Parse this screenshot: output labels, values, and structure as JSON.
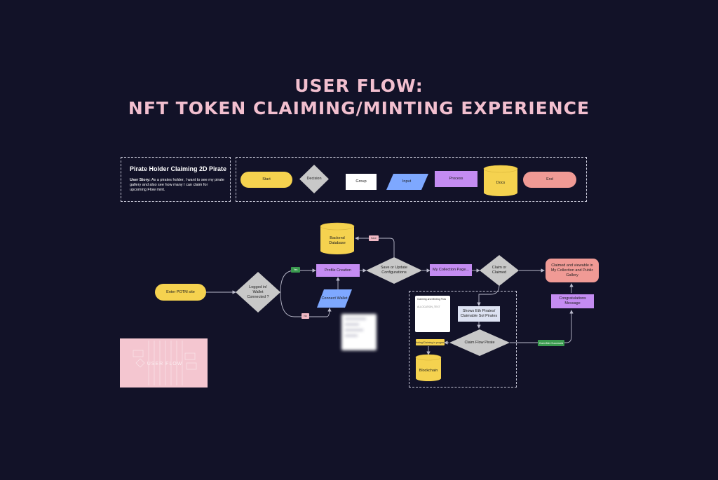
{
  "title": {
    "line1": "USER FLOW:",
    "line2": "NFT TOKEN CLAIMING/MINTING EXPERIENCE"
  },
  "info": {
    "heading": "Pirate Holder Claiming 2D Pirate",
    "story_label": "User Story:",
    "story_text": "As a pirates holder, I want to see my pirate gallery and also see how many I can claim for upcoming Flow mint."
  },
  "legend": {
    "start": "Start",
    "decision": "Decision",
    "group": "Group",
    "input": "Input",
    "process": "Process",
    "docs": "Docs",
    "end": "End"
  },
  "flow": {
    "enter_site": "Enter POTM site",
    "logged_in": "Logged in/ Wallet Connected ?",
    "profile_creation": "Profile Creation",
    "connect_wallet": "Connect Wallet",
    "backend_db": "Backend Database",
    "save_update": "Save or Update Configurations",
    "my_collection": "My Collection Page...",
    "claim_or_claimed": "Claim or Claimed",
    "claimed_viewable": "Claimed and viewable in My Collection and Public Gallery",
    "congrats": "Congratulations Message",
    "shows_pirates": "Shows Eth Pirates/ Claimable Sol Pirates",
    "claim_flow": "Claim Flow Pirate",
    "blockchain": "Blockchain",
    "tag_yes": "Yes",
    "tag_no": "No",
    "tag_save": "Save",
    "tag_minting": "Minting/Claiming in progress",
    "tag_success": "Claim/Mint Successful",
    "doc_title": "Claiming and Minting Flow",
    "doc_sub": "ALLOCATION_TEXT",
    "thumb_text": "USER FLOW"
  },
  "colors": {
    "background": "#121228",
    "title": "#f2bfcf",
    "start": "#f5d24f",
    "decision": "#c8c8c8",
    "input": "#7ea8ff",
    "process": "#c48cf2",
    "end": "#f09a95",
    "tag_green": "#3a9a4f",
    "tag_pink": "#f0b8c4"
  }
}
